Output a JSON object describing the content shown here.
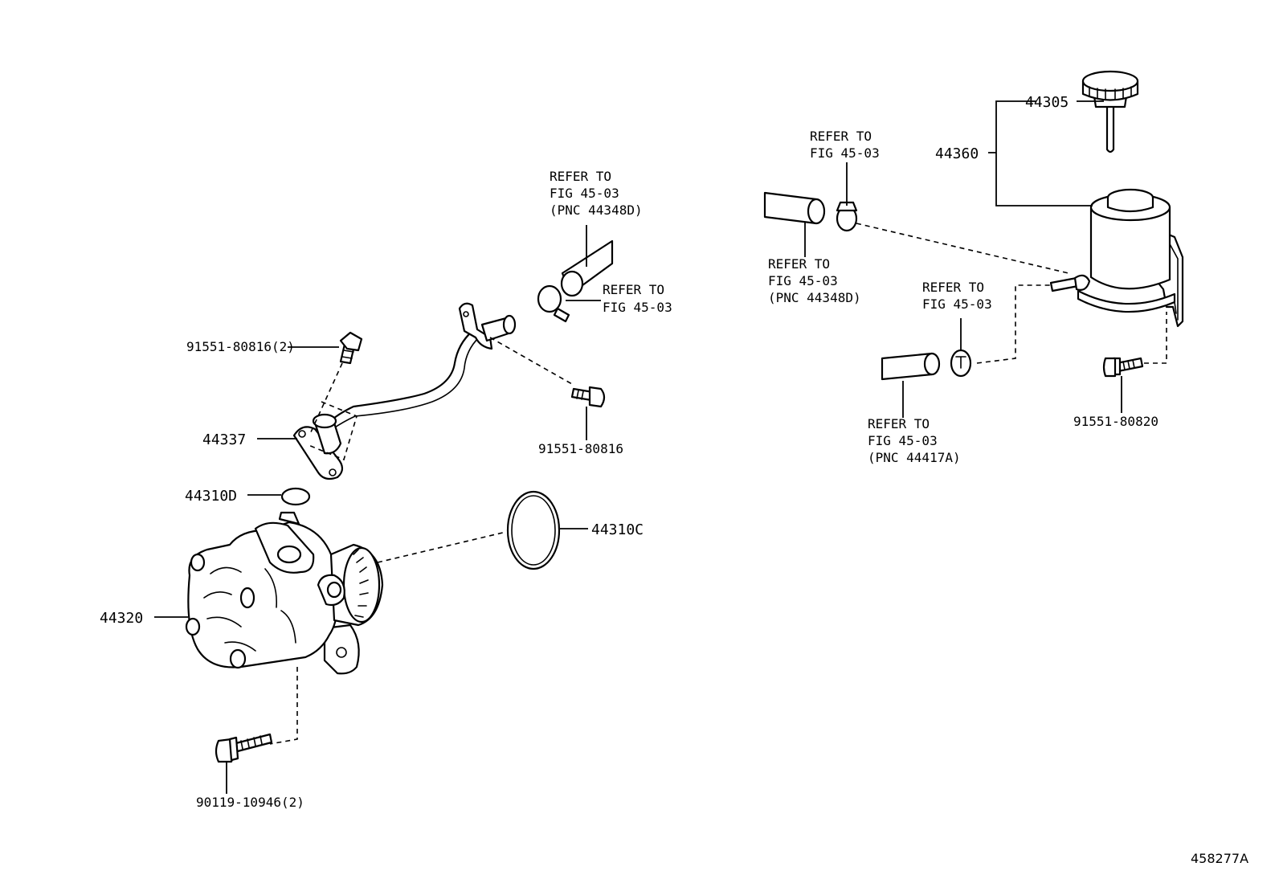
{
  "labels": {
    "p44305": "44305",
    "p44360": "44360",
    "p44337": "44337",
    "p44310d": "44310D",
    "p44310c": "44310C",
    "p44320": "44320",
    "bolt_tube_top": "91551-80816(2)",
    "bolt_tube_right": "91551-80816",
    "bolt_reservoir": "91551-80820",
    "bolt_pump": "90119-10946(2)"
  },
  "refs": {
    "tube_hose": [
      "REFER TO",
      "FIG 45-03",
      "(PNC 44348D)"
    ],
    "tube_clamp": [
      "REFER TO",
      "FIG 45-03"
    ],
    "res_clamp_upper": [
      "REFER TO",
      "FIG 45-03"
    ],
    "res_hose_upper": [
      "REFER TO",
      "FIG 45-03",
      "(PNC 44348D)"
    ],
    "res_clamp_lower": [
      "REFER TO",
      "FIG 45-03"
    ],
    "res_hose_lower": [
      "REFER TO",
      "FIG 45-03",
      "(PNC 44417A)"
    ]
  },
  "figure_id": "458277A"
}
